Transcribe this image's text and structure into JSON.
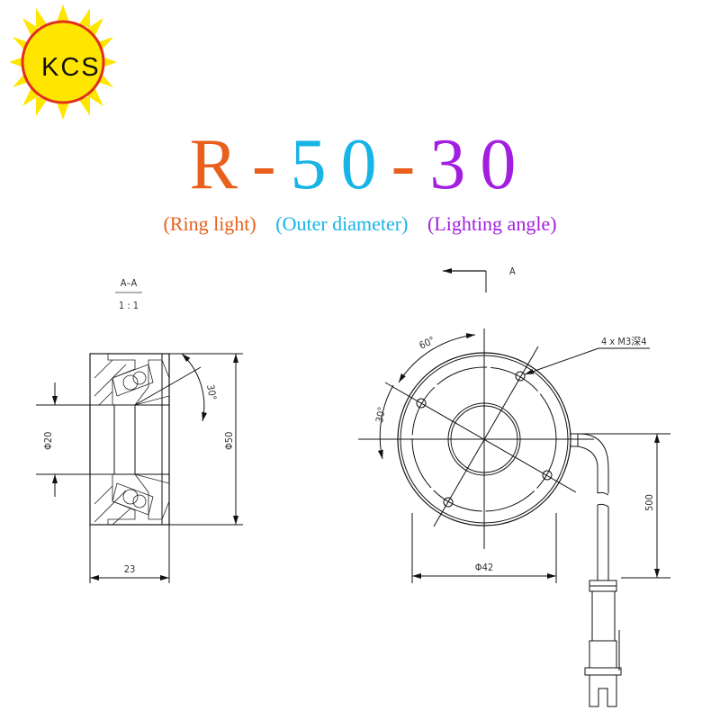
{
  "logo": {
    "text": "KCS",
    "sun_color": "#ffe600",
    "ring_color": "#e0301e"
  },
  "title": {
    "parts": [
      {
        "text": "R",
        "color": "#e8601c"
      },
      {
        "text": "-",
        "color": "#e8601c"
      },
      {
        "text": "50",
        "color": "#17b4e6"
      },
      {
        "text": "-",
        "color": "#e8601c"
      },
      {
        "text": "30",
        "color": "#a21fe0"
      }
    ]
  },
  "subtitle": {
    "type": {
      "text": "(Ring light)",
      "color": "#e8601c"
    },
    "diameter": {
      "text": "(Outer diameter)",
      "color": "#17b4e6"
    },
    "angle": {
      "text": "(Lighting angle)",
      "color": "#a21fe0"
    }
  },
  "drawing": {
    "section_label": "A–A",
    "scale": "1 : 1",
    "section_marker": "A",
    "dims": {
      "inner_diameter": "Φ20",
      "outer_diameter": "Φ50",
      "width": "23",
      "beam_angle": "30°",
      "hole_spacing_angle": "60°",
      "hole_offset_angle": "30°",
      "holes": "4 x M3深4",
      "mount_diameter": "Φ42",
      "cable_length": "500"
    }
  }
}
